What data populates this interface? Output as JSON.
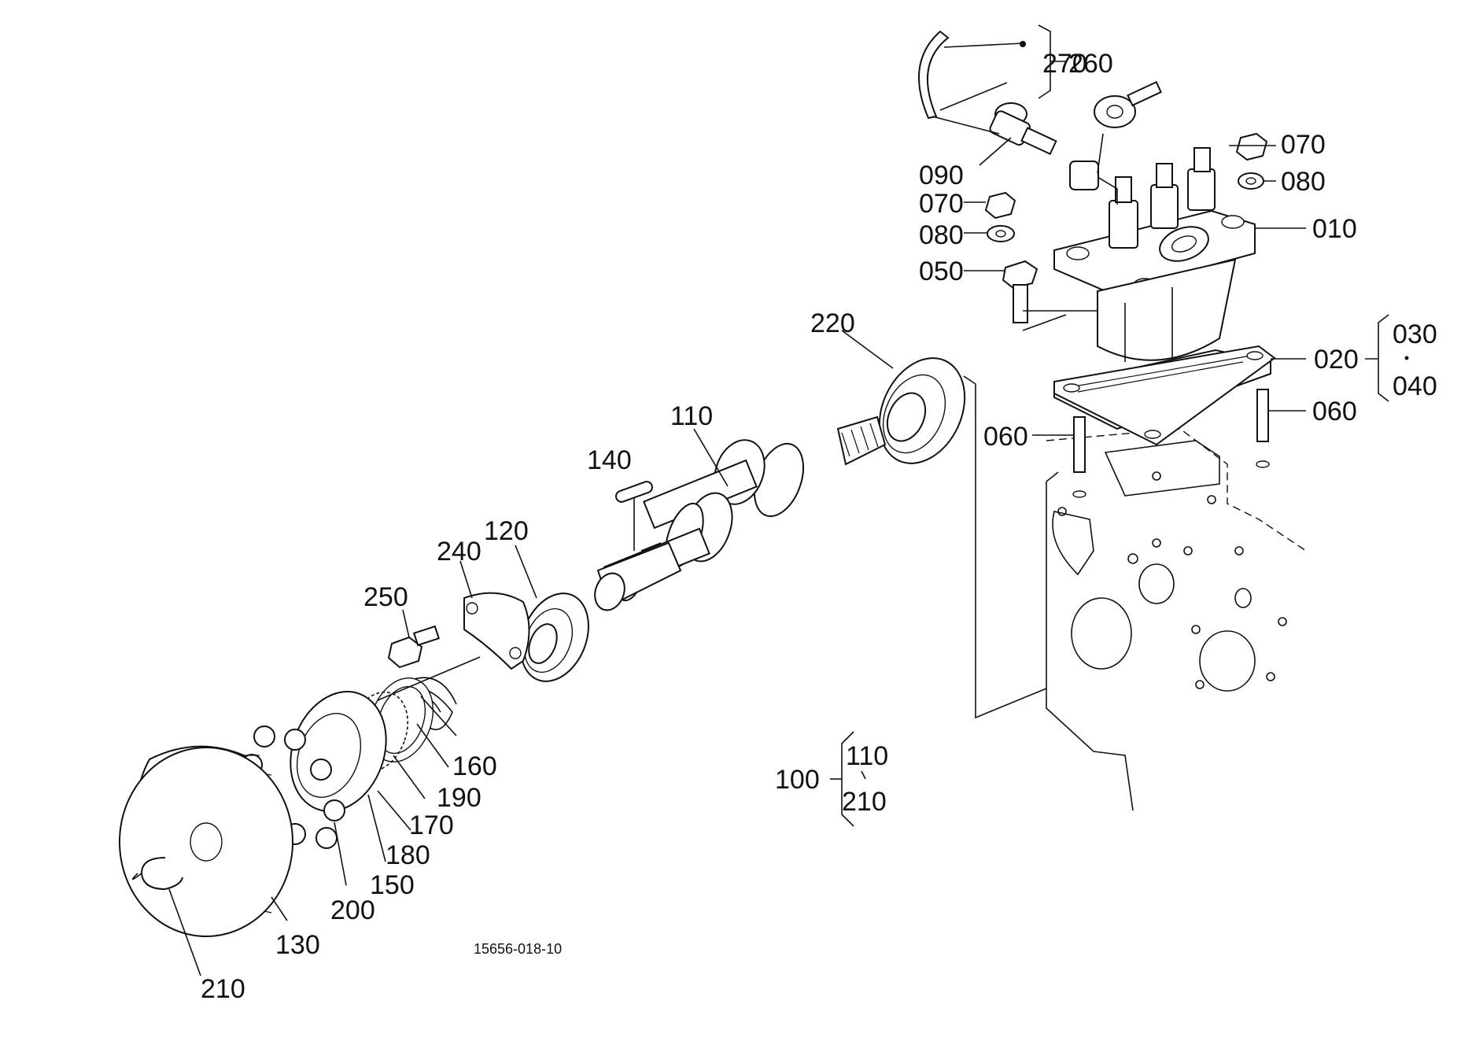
{
  "drawing_number": "15656-018-10",
  "labels": {
    "p010": "010",
    "p020": "020",
    "p030": "030",
    "p040": "040",
    "p050": "050",
    "p060a": "060",
    "p060b": "060",
    "p070a": "070",
    "p070b": "070",
    "p080a": "080",
    "p080b": "080",
    "p090": "090",
    "p100": "100",
    "p110": "110",
    "p120": "120",
    "p130": "130",
    "p140": "140",
    "p150": "150",
    "p160": "160",
    "p170": "170",
    "p180": "180",
    "p190": "190",
    "p200": "200",
    "p210": "210",
    "p220": "220",
    "p240": "240",
    "p250": "250",
    "p260": "260",
    "p270": "270"
  },
  "groups": {
    "g100_top": "110",
    "g100_bottom": "210",
    "g020_top": "030",
    "g020_bottom": "040"
  }
}
